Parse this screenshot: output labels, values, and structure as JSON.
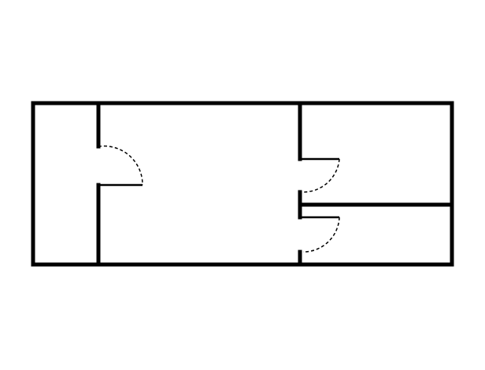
{
  "diagram": {
    "type": "floor-plan",
    "colors": {
      "background": "#ffffff",
      "wall": "#000000",
      "door_swing": "#000000"
    },
    "line_styles": {
      "walls": "solid-thick",
      "door_swings": "dashed"
    },
    "rooms": [
      {
        "id": "west-room",
        "position": "left"
      },
      {
        "id": "central-room",
        "position": "center"
      },
      {
        "id": "northeast-room",
        "position": "upper-right"
      },
      {
        "id": "southeast-room",
        "position": "lower-right"
      }
    ],
    "doors": [
      {
        "id": "door-west-central",
        "connects": [
          "west-room",
          "central-room"
        ],
        "swing": "dashed-arc"
      },
      {
        "id": "door-central-northeast",
        "connects": [
          "central-room",
          "northeast-room"
        ],
        "swing": "dashed-arc"
      },
      {
        "id": "door-central-southeast",
        "connects": [
          "central-room",
          "southeast-room"
        ],
        "swing": "dashed-arc"
      }
    ]
  }
}
